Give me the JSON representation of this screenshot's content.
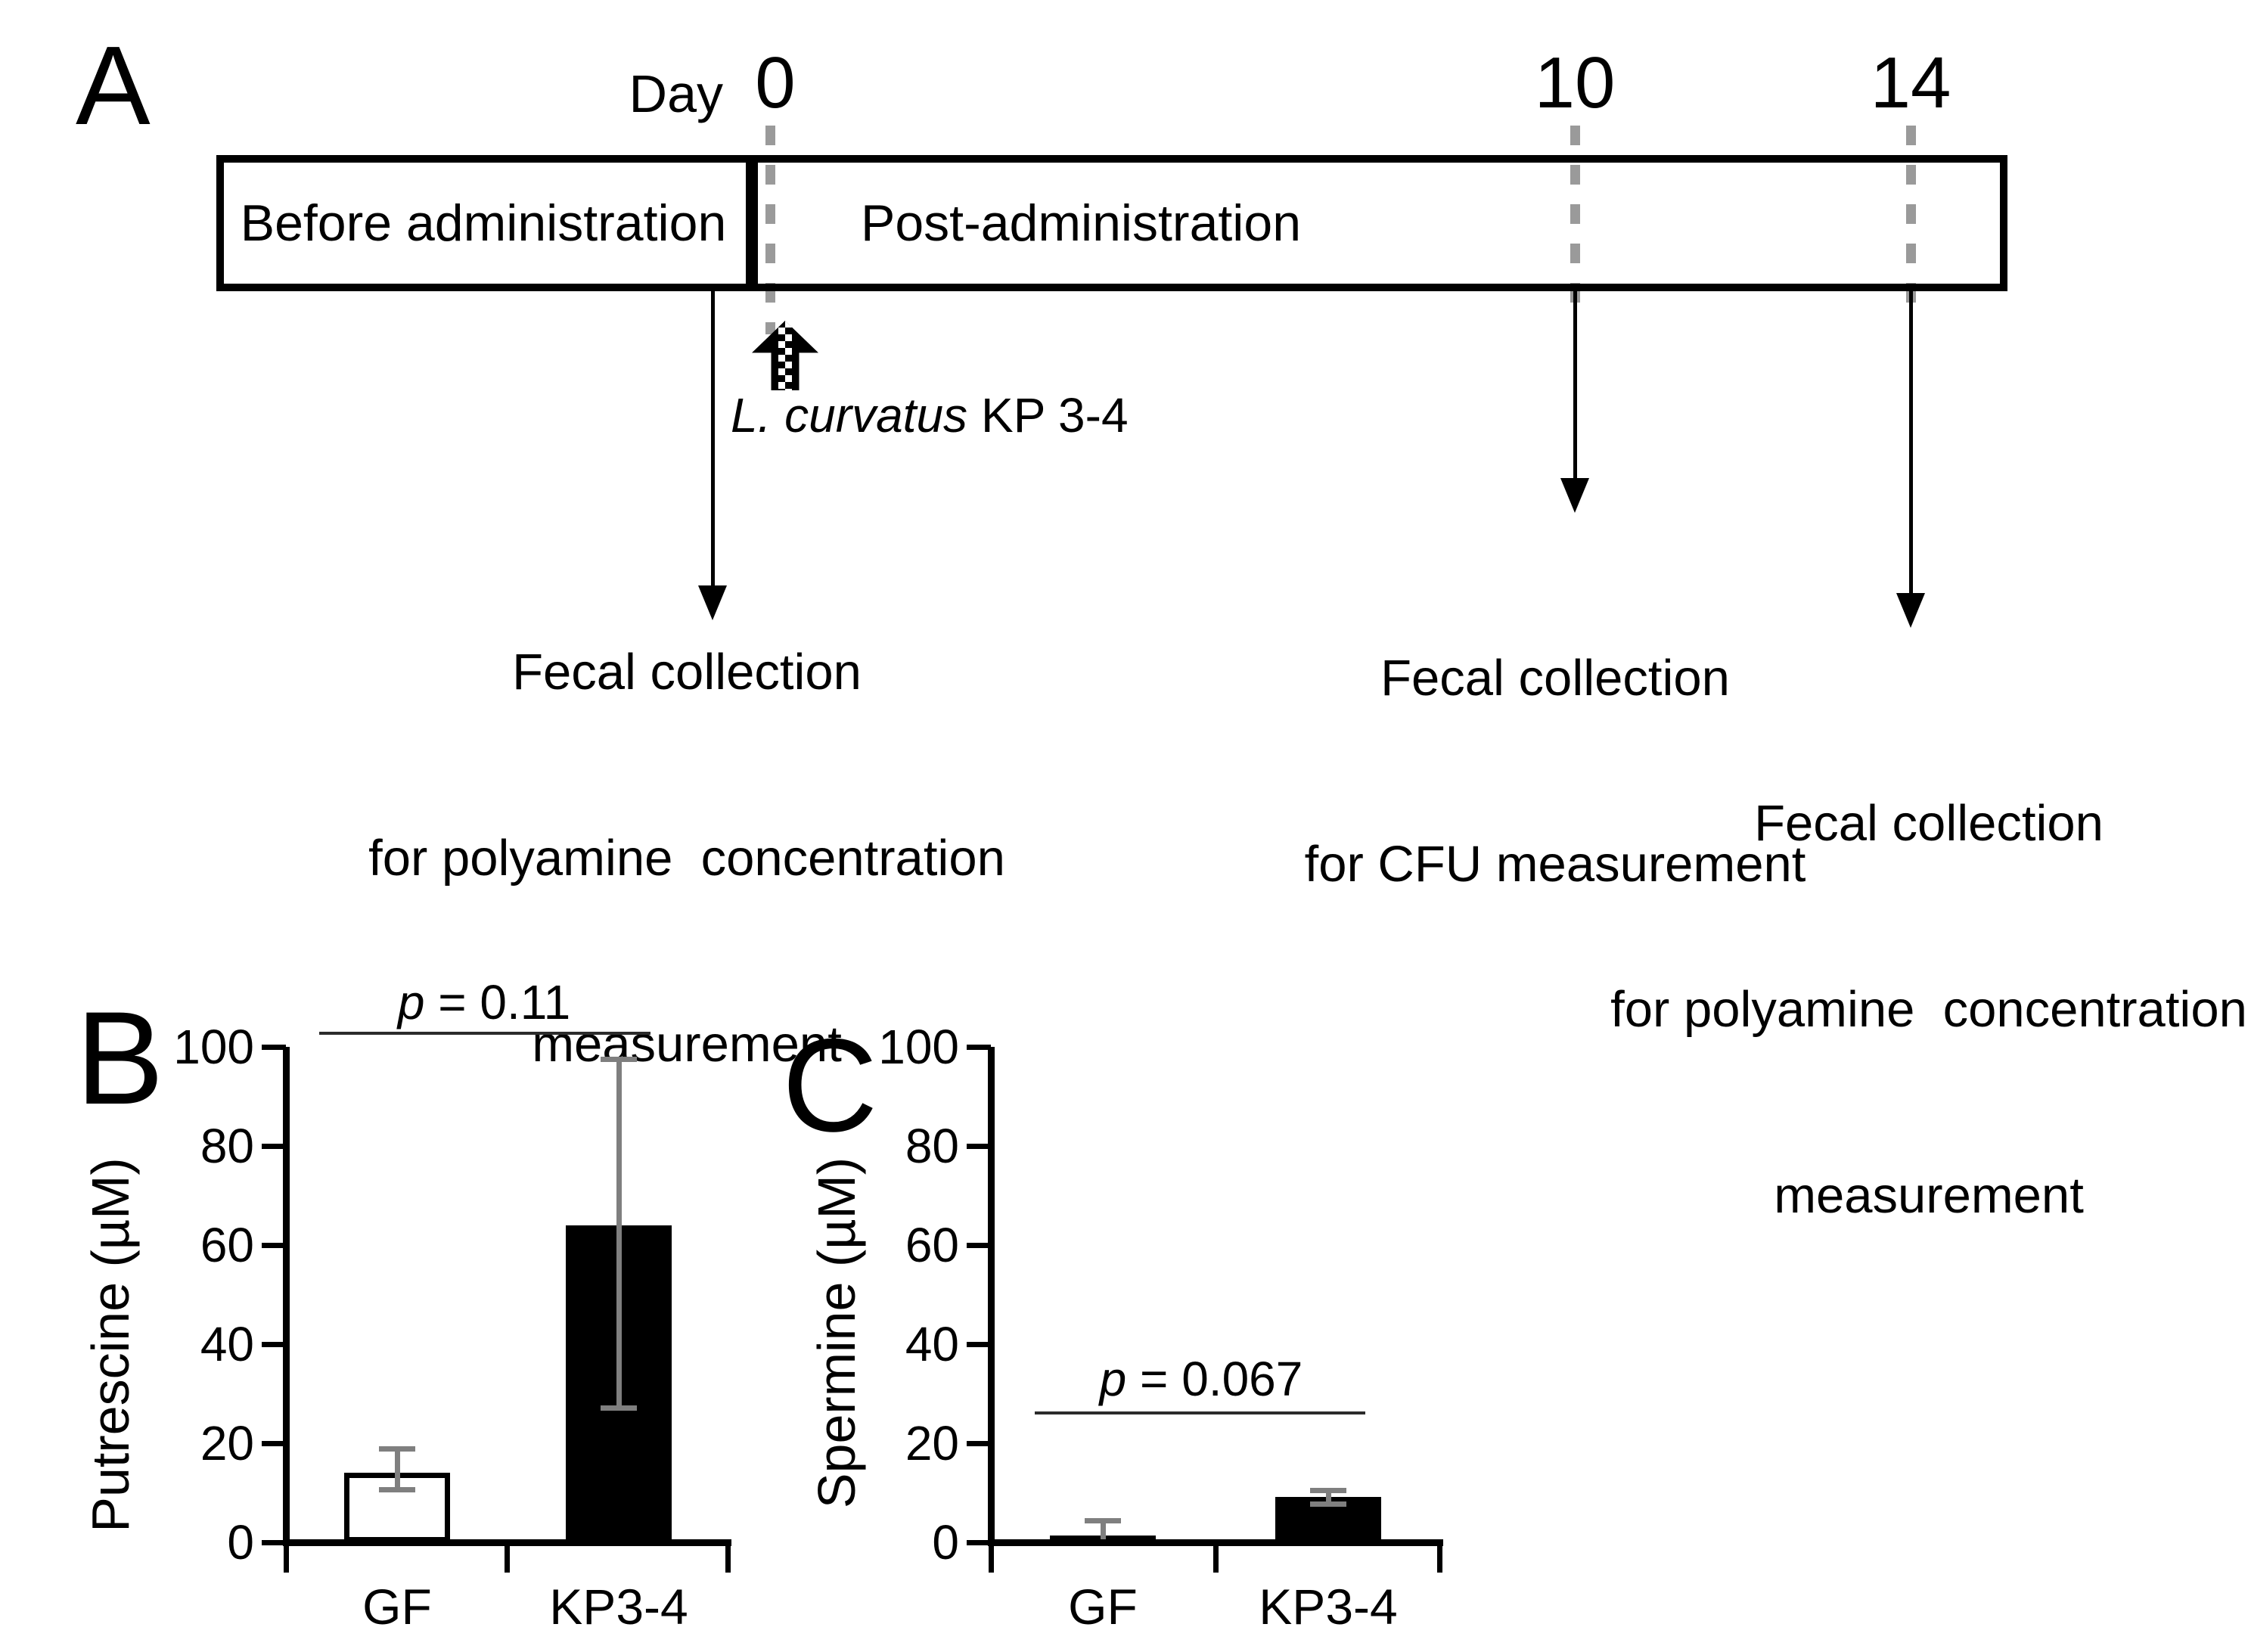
{
  "panel_a": {
    "label": "A",
    "day_label": "Day",
    "tick0": "0",
    "tick10": "10",
    "tick14": "14",
    "before_box": "Before administration",
    "after_box": "Post-administration",
    "intervention_species": "L. curvatus",
    "intervention_strain": "KP 3-4",
    "event_day0": {
      "l1": "Fecal collection",
      "l2": "for polyamine  concentration",
      "l3": "measurement"
    },
    "event_day10": {
      "l1": "Fecal collection",
      "l2": "for CFU measurement"
    },
    "event_day14": {
      "l1": "Fecal collection",
      "l2": "for polyamine  concentration",
      "l3": "measurement"
    }
  },
  "chart_data": [
    {
      "id": "b",
      "type": "bar",
      "panel_label": "B",
      "title": "",
      "ylabel": "Putrescine (µM)",
      "categories": [
        "GF",
        "KP3-4"
      ],
      "values": [
        14,
        64
      ],
      "error_upper": [
        19,
        97.5
      ],
      "error_lower": [
        10.5,
        27
      ],
      "ylim": [
        0,
        100
      ],
      "yticks": [
        "0",
        "20",
        "40",
        "60",
        "80",
        "100"
      ],
      "bar_fills": [
        "#ffffff",
        "#000000"
      ],
      "bar_border": "#000000",
      "error_color": "#7f7f7f",
      "grid": false,
      "significance": {
        "p_symbol": "p",
        "p_rest": " = 0.11"
      }
    },
    {
      "id": "c",
      "type": "bar",
      "panel_label": "C",
      "title": "",
      "ylabel": "Spermine (µM)",
      "categories": [
        "GF",
        "KP3-4"
      ],
      "values": [
        1.3,
        9.2
      ],
      "error_upper": [
        4.5,
        10.5
      ],
      "error_lower": [
        0,
        7.7
      ],
      "ylim": [
        0,
        100
      ],
      "yticks": [
        "0",
        "20",
        "40",
        "60",
        "80",
        "100"
      ],
      "bar_fills": [
        "#ffffff",
        "#000000"
      ],
      "bar_border": "#000000",
      "error_color": "#7f7f7f",
      "grid": false,
      "significance": {
        "p_symbol": "p",
        "p_rest": " = 0.067"
      }
    }
  ]
}
